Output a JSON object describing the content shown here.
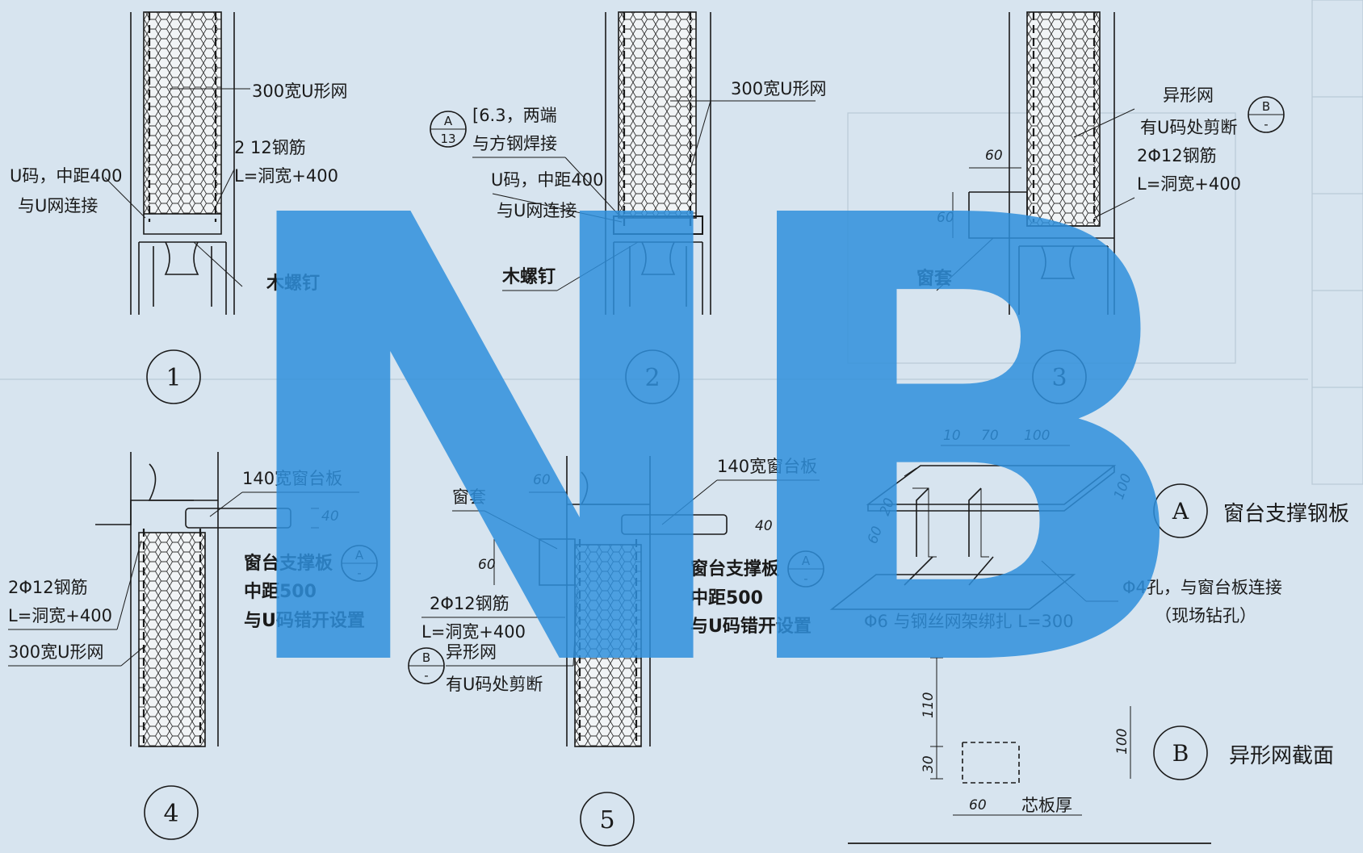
{
  "colors": {
    "background": "#d7e4ef",
    "watermark": "#2f8fdc",
    "ink": "#1a1a1a"
  },
  "watermark": {
    "text": "NB"
  },
  "details": [
    {
      "id": "1",
      "labels": {
        "u_mesh": "300宽U形网",
        "rebar_1": "2 12钢筋",
        "rebar_2": "L=洞宽+400",
        "ucode_1": "U码，中距400",
        "ucode_2": "与U网连接",
        "screw": "木螺钉"
      }
    },
    {
      "id": "2",
      "labels": {
        "ref_a": "A",
        "ref_13": "13",
        "channel_1": "[6.3，两端",
        "channel_2": "与方钢焊接",
        "u_mesh": "300宽U形网",
        "ucode_1": "U码，中距400",
        "ucode_2": "与U网连接",
        "screw": "木螺钉"
      }
    },
    {
      "id": "3",
      "labels": {
        "odd_mesh": "异形网",
        "cut": "有U码处剪断",
        "ref_b": "B",
        "ref_dash": "-",
        "rebar_1": "2Φ12钢筋",
        "rebar_2": "L=洞宽+400",
        "dim_60_h": "60",
        "dim_60_v": "60",
        "casing": "窗套"
      }
    },
    {
      "id": "4",
      "labels": {
        "sill": "140宽窗台板",
        "dim_40": "40",
        "support": "窗台支撑板",
        "ref_a": "A",
        "ref_dash": "-",
        "spacing": "中距500",
        "stagger": "与U码错开设置",
        "rebar_1": "2Φ12钢筋",
        "rebar_2": "L=洞宽+400",
        "u_mesh": "300宽U形网"
      }
    },
    {
      "id": "5",
      "labels": {
        "dim_60_h": "60",
        "casing": "窗套",
        "sill": "140宽窗台板",
        "dim_40": "40",
        "dim_60_v": "60",
        "support": "窗台支撑板",
        "ref_a": "A",
        "ref_dash": "-",
        "spacing": "中距500",
        "stagger": "与U码错开设置",
        "rebar_1": "2Φ12钢筋",
        "rebar_2": "L=洞宽+400",
        "ref_b": "B",
        "odd_mesh": "异形网",
        "cut": "有U码处剪断"
      }
    }
  ],
  "detail_a": {
    "circle": "A",
    "caption": "窗台支撑钢板",
    "dim_1": "10",
    "dim_2": "70",
    "dim_3": "100",
    "dim_side": "100",
    "dim_20": "20",
    "dim_60": "60",
    "hole_1": "Φ4孔，与窗台板连接",
    "hole_2": "（现场钻孔）",
    "bar": "Φ6 与钢丝网架绑扎 L=300"
  },
  "detail_b": {
    "circle": "B",
    "caption": "异形网截面",
    "dim_110": "110",
    "dim_30": "30",
    "dim_100": "100",
    "dim_60": "60",
    "core": "芯板厚"
  }
}
